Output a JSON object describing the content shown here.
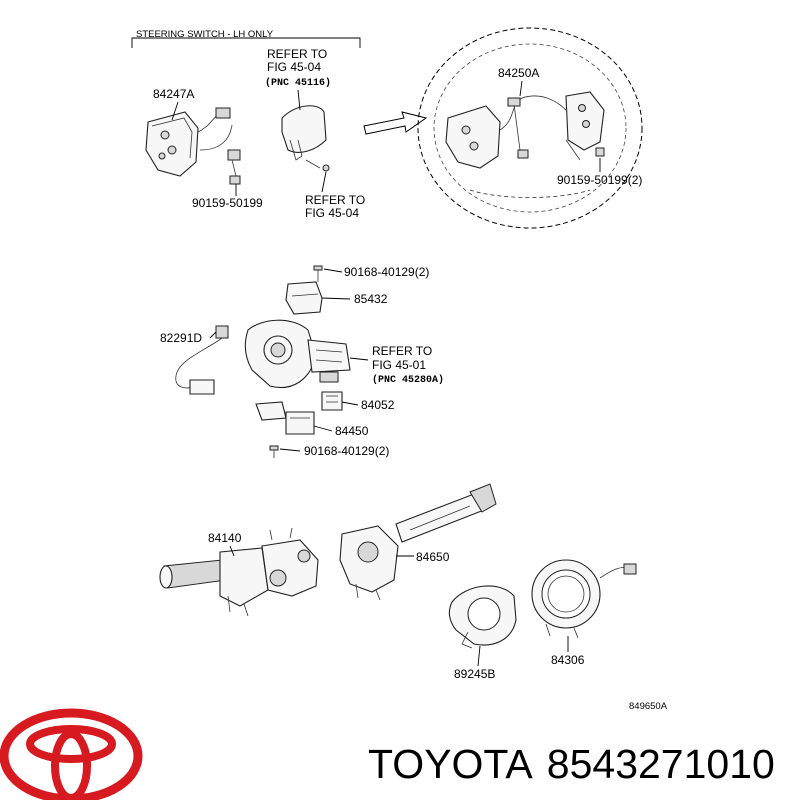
{
  "header": {
    "steering_switch_note": "STEERING SWITCH - LH ONLY"
  },
  "refer_notes": {
    "top": {
      "line1": "REFER TO",
      "line2": "FIG 45-04",
      "line3": "(PNC 45116)"
    },
    "mid": {
      "line1": "REFER TO",
      "line2": "FIG 45-04"
    },
    "right": {
      "line1": "REFER TO",
      "line2": "FIG 45-01",
      "line3": "(PNC 45280A)"
    }
  },
  "parts": {
    "p84247A": "84247A",
    "p84250A": "84250A",
    "p90159_left": "90159-50199",
    "p90159_right": "90159-50199(2)",
    "p90168_top": "90168-40129(2)",
    "p85432": "85432",
    "p82291D": "82291D",
    "p84052": "84052",
    "p84450": "84450",
    "p90168_bottom": "90168-40129(2)",
    "p84140": "84140",
    "p84650": "84650",
    "p89245B": "89245B",
    "p84306": "84306"
  },
  "figure_id": "849650A",
  "brand": {
    "name": "TOYOTA",
    "part_number": "8543271010",
    "logo": "toyota-logo",
    "logo_color": "#d71920"
  }
}
